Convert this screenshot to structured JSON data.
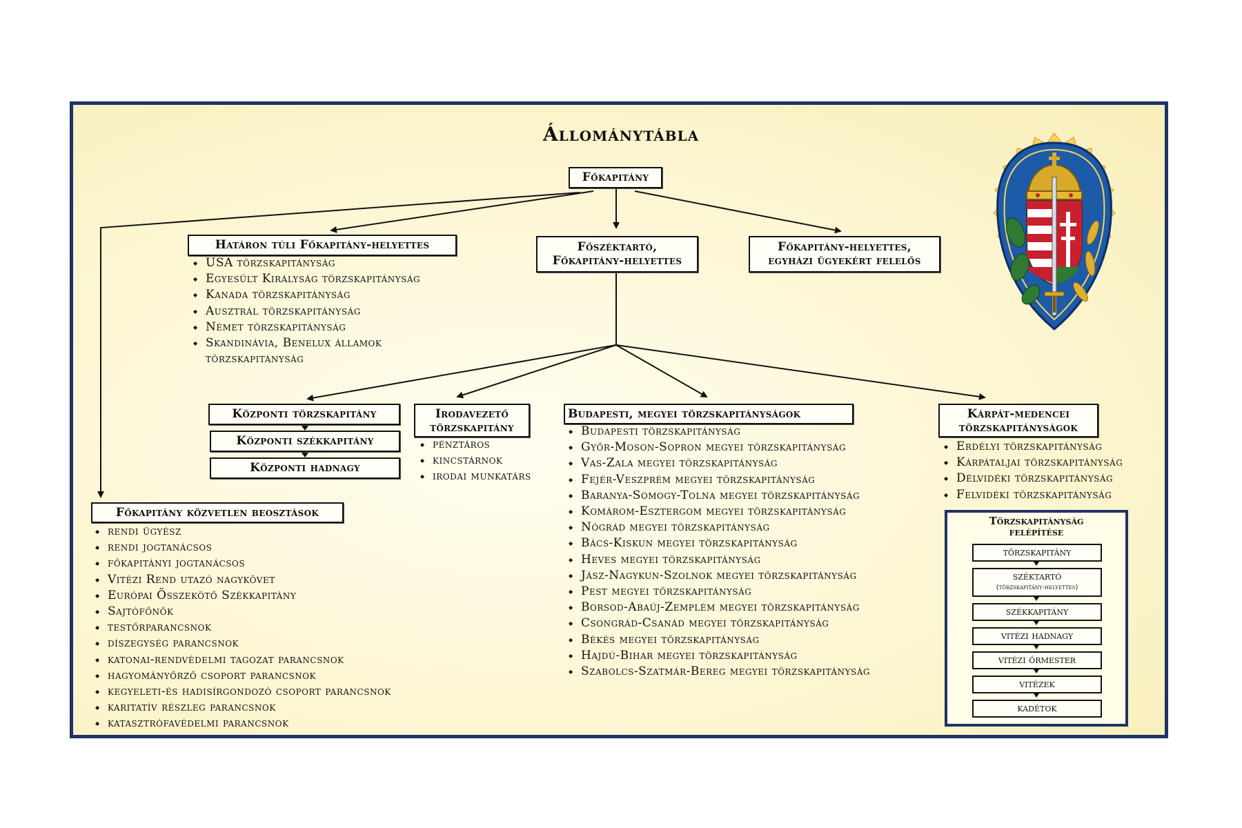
{
  "title": "Állománytábla",
  "root": "Főkapitány",
  "level1": {
    "left": "Határon túli Főkapitány-helyettes",
    "center": [
      "Főszéktartó,",
      "Főkapitány-helyettes"
    ],
    "right": [
      "Főkapitány-helyettes,",
      "egyházi ügyekért felelős"
    ]
  },
  "abroad_list": [
    "USA törzskapitányság",
    "Egyesült Királyság törzskapitányság",
    "Kanada törzskapitányság",
    "Ausztrál törzskapitányság",
    "Német törzskapitányság",
    "Skandinávia, Benelux államok",
    "törzskapitányság"
  ],
  "central_chain": [
    "Központi törzskapitány",
    "Központi székkapitány",
    "Központi hadnagy"
  ],
  "office": {
    "title": [
      "Irodavezető",
      "törzskapitány"
    ],
    "items": [
      "pénztáros",
      "kincstárnok",
      "irodai munkatárs"
    ]
  },
  "budapest": {
    "title": "Budapesti, megyei törzskapitányságok",
    "items": [
      "Budapesti törzskapitányság",
      "Győr-Moson-Sopron megyei törzskapitányság",
      "Vas-Zala megyei törzskapitányság",
      "Fejér-Veszprém megyei törzskapitányság",
      "Baranya-Somogy-Tolna megyei törzskapitányság",
      "Komárom-Esztergom megyei törzskapitányság",
      "Nógrád megyei törzskapitányság",
      "Bács-Kiskun megyei törzskapitányság",
      "Heves megyei törzskapitányság",
      "Jász-Nagykun-Szolnok megyei törzskapitányság",
      "Pest megyei törzskapitányság",
      "Borsod-Abaúj-Zemplém megyei törzskapitányság",
      "Csongrád-Csanád megyei törzskapitányság",
      "Békés megyei törzskapitányság",
      "Hajdú-Bihar megyei törzskapitányság",
      "Szabolcs-Szatmár-Bereg megyei törzskapitányság"
    ]
  },
  "carpathian": {
    "title": [
      "Kárpát-medencei",
      "törzskapitányságok"
    ],
    "items": [
      "Erdélyi törzskapitányság",
      "Kárpátaljai törzskapitányság",
      "Délvidéki törzskapitányság",
      "Felvidéki törzskapitányság"
    ]
  },
  "direct": {
    "title": "Főkapitány közvetlen beosztások",
    "items": [
      "rendi ügyész",
      "rendi jogtanácsos",
      "főkapitányi jogtanácsos",
      "Vitézi Rend utazó nagykövet",
      "Európai Összekötő Székkapitány",
      "Sajtófőnök",
      "testőrparancsnok",
      "díszegység parancsnok",
      "katonai-rendvédelmi tagozat parancsnok",
      "hagyományőrző csoport parancsnok",
      "kegyeleti-és hadisírgondozó csoport parancsnok",
      "karitatív részleg parancsnok",
      "katasztrófavédelmi parancsnok"
    ]
  },
  "structure": {
    "title": [
      "Törzskapitányság",
      "felépítése"
    ],
    "items": [
      "törzskapitány",
      "széktartó",
      "székkapitány",
      "vitézi hadnagy",
      "vitézi őrmester",
      "vitézek",
      "kadétok"
    ],
    "subnote": "(törzskapitány-helyettes)"
  },
  "colors": {
    "frame": "#1f3366",
    "background": "#fdf6d3",
    "coat_red": "#c8202c",
    "coat_green": "#2f7a32",
    "coat_blue": "#1d5aa8",
    "gold": "#d9a92a"
  },
  "icons": {
    "emblem": "coat-of-arms-icon"
  }
}
